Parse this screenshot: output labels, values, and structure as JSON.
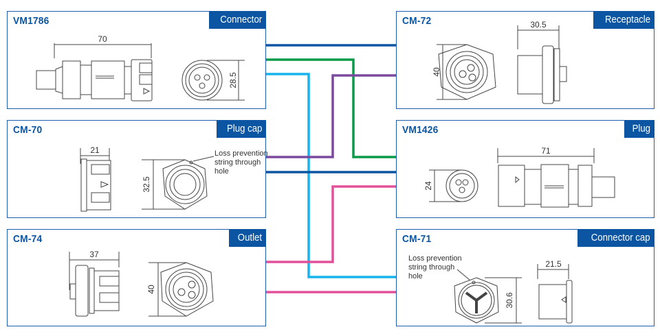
{
  "panels": [
    {
      "id": "vm1786",
      "model": "VM1786",
      "type": "Connector",
      "dims": {
        "length": "70",
        "diameter": "28.5"
      }
    },
    {
      "id": "cm70",
      "model": "CM-70",
      "type": "Plug cap",
      "dims": {
        "length": "21",
        "diameter": "32.5"
      },
      "note": [
        "Loss prevention",
        "string through",
        "hole"
      ]
    },
    {
      "id": "cm74",
      "model": "CM-74",
      "type": "Outlet",
      "dims": {
        "length": "37",
        "diameter": "40"
      }
    },
    {
      "id": "cm72",
      "model": "CM-72",
      "type": "Receptacle",
      "dims": {
        "length": "30.5",
        "diameter": "40"
      }
    },
    {
      "id": "vm1426",
      "model": "VM1426",
      "type": "Plug",
      "dims": {
        "length": "71",
        "diameter": "24"
      }
    },
    {
      "id": "cm71",
      "model": "CM-71",
      "type": "Connector cap",
      "dims": {
        "length": "21.5",
        "diameter": "30.6"
      },
      "note": [
        "Loss prevention",
        "string through",
        "hole"
      ]
    }
  ],
  "connections": [
    {
      "from": "VM1786",
      "to": "CM-72",
      "color": "#0b55a3"
    },
    {
      "from": "VM1786",
      "to": "VM1426",
      "color": "#0a9a48"
    },
    {
      "from": "VM1786",
      "to": "CM-71",
      "color": "#16b4ec"
    },
    {
      "from": "CM-70",
      "to": "CM-72",
      "color": "#7b4a9e"
    },
    {
      "from": "CM-70",
      "to": "VM1426",
      "color": "#0b55a3"
    },
    {
      "from": "CM-74",
      "to": "VM1426",
      "color": "#e2509a"
    },
    {
      "from": "CM-74",
      "to": "CM-71",
      "color": "#e2509a"
    }
  ],
  "colors": {
    "accent": "#0b55a3",
    "border": "#1c5fae"
  }
}
